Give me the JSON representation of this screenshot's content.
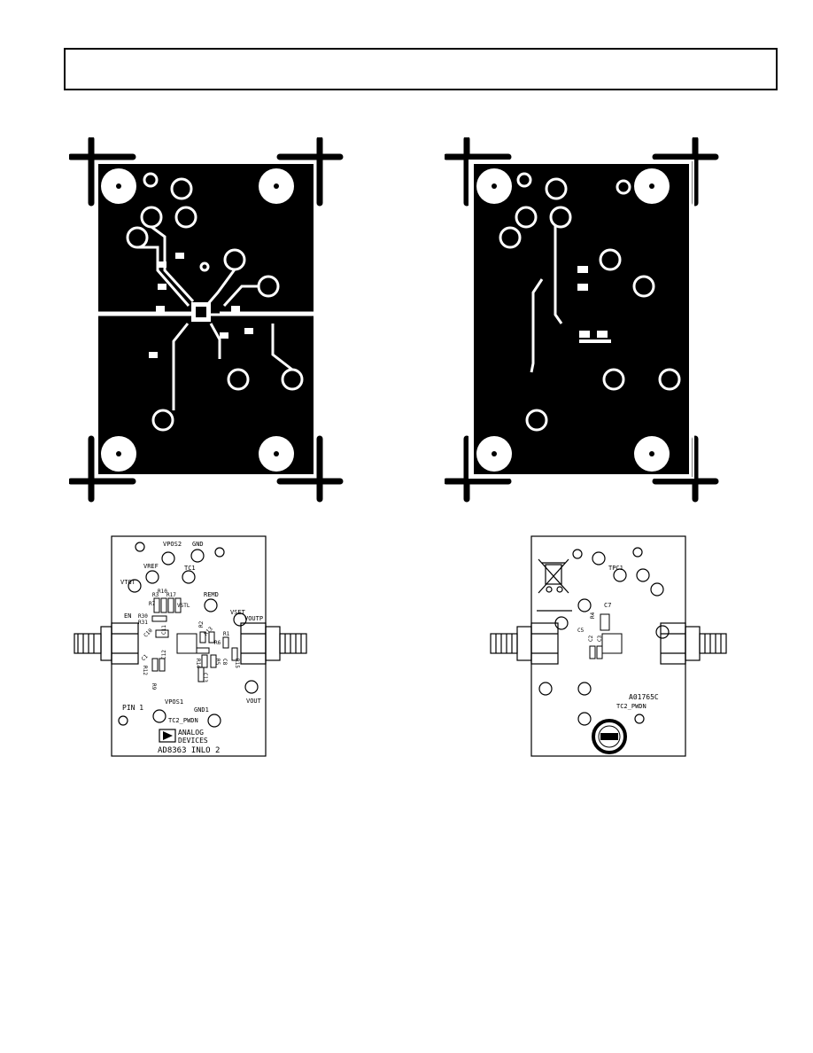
{
  "header": {
    "text": ""
  },
  "silkscreen_top": {
    "labels": {
      "vpos2": "VPOS2",
      "gnd": "GND",
      "vref": "VREF",
      "tc1": "TC1",
      "vtgt": "VTGT",
      "r3": "R3",
      "r7": "R7",
      "r10": "R10",
      "r17": "R17",
      "vstl": "VSTL",
      "rem": "REMD",
      "vset": "VSET",
      "voutp": "VOUTP",
      "en": "EN",
      "r30": "R30",
      "r31": "R31",
      "c10": "C10",
      "c11": "C11",
      "c12": "C12",
      "r2": "R2",
      "r13": "R13",
      "r1": "R1",
      "r6": "R6",
      "r14": "R14",
      "r5": "R5",
      "c8": "C8",
      "r15": "R15",
      "c1": "C1",
      "r12": "R12",
      "r9": "R9",
      "c13": "C13",
      "pin1": "PIN 1",
      "vpos1": "VPOS1",
      "gnd1": "GND1",
      "vout": "VOUT",
      "tc2pwdn": "TC2_PWDN"
    },
    "logo_line1": "ANALOG",
    "logo_line2": "DEVICES",
    "board_name": "AD8363 INLO 2"
  },
  "silkscreen_bottom": {
    "labels": {
      "tpc1": "TPC1",
      "c7": "C7",
      "c5": "C5",
      "r4": "R4",
      "c2": "C2",
      "c3": "C3"
    },
    "part_number": "A01765C",
    "tc2_label": "TC2_PWDN"
  },
  "colors": {
    "ink": "#000000",
    "paper": "#ffffff"
  }
}
